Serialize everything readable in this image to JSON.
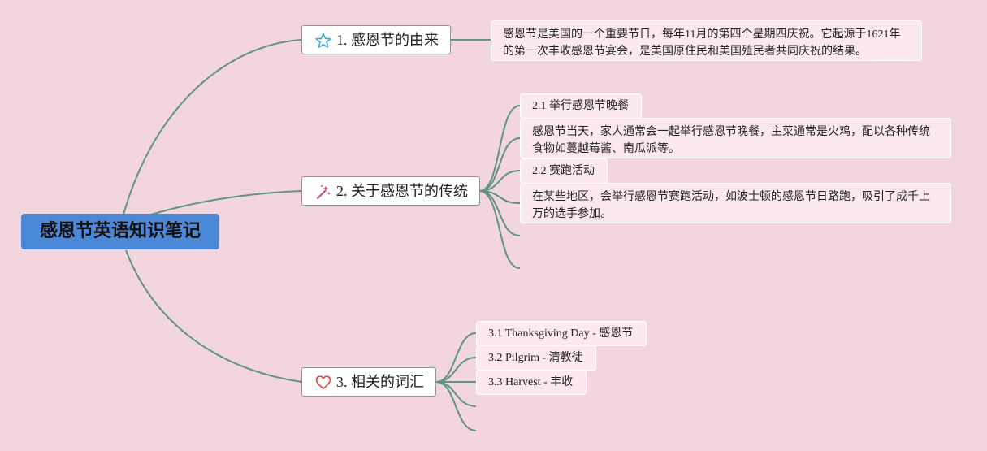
{
  "root": {
    "title": "感恩节英语知识笔记"
  },
  "branches": [
    {
      "label": "1. 感恩节的由来",
      "icon": "star-icon",
      "children": [
        {
          "text": "感恩节是美国的一个重要节日，每年11月的第四个星期四庆祝。它起源于1621年的第一次丰收感恩节宴会，是美国原住民和美国殖民者共同庆祝的结果。"
        }
      ]
    },
    {
      "label": "2. 关于感恩节的传统",
      "icon": "magic-wand-icon",
      "children": [
        {
          "text": "2.1 举行感恩节晚餐"
        },
        {
          "text": "感恩节当天，家人通常会一起举行感恩节晚餐，主菜通常是火鸡，配以各种传统食物如蔓越莓酱、南瓜派等。"
        },
        {
          "text": "2.2 赛跑活动"
        },
        {
          "text": "在某些地区，会举行感恩节赛跑活动，如波士顿的感恩节日路跑，吸引了成千上万的选手参加。"
        }
      ]
    },
    {
      "label": "3. 相关的词汇",
      "icon": "heart-icon",
      "children": [
        {
          "text": "3.1 Thanksgiving Day - 感恩节"
        },
        {
          "text": "3.2 Pilgrim - 清教徒"
        },
        {
          "text": "3.3 Harvest - 丰收"
        }
      ]
    }
  ],
  "colors": {
    "background": "#f3d5de",
    "root_fill": "#4c88d8",
    "connector": "#5e9484",
    "leaf_fill": "#fbe9ef"
  }
}
